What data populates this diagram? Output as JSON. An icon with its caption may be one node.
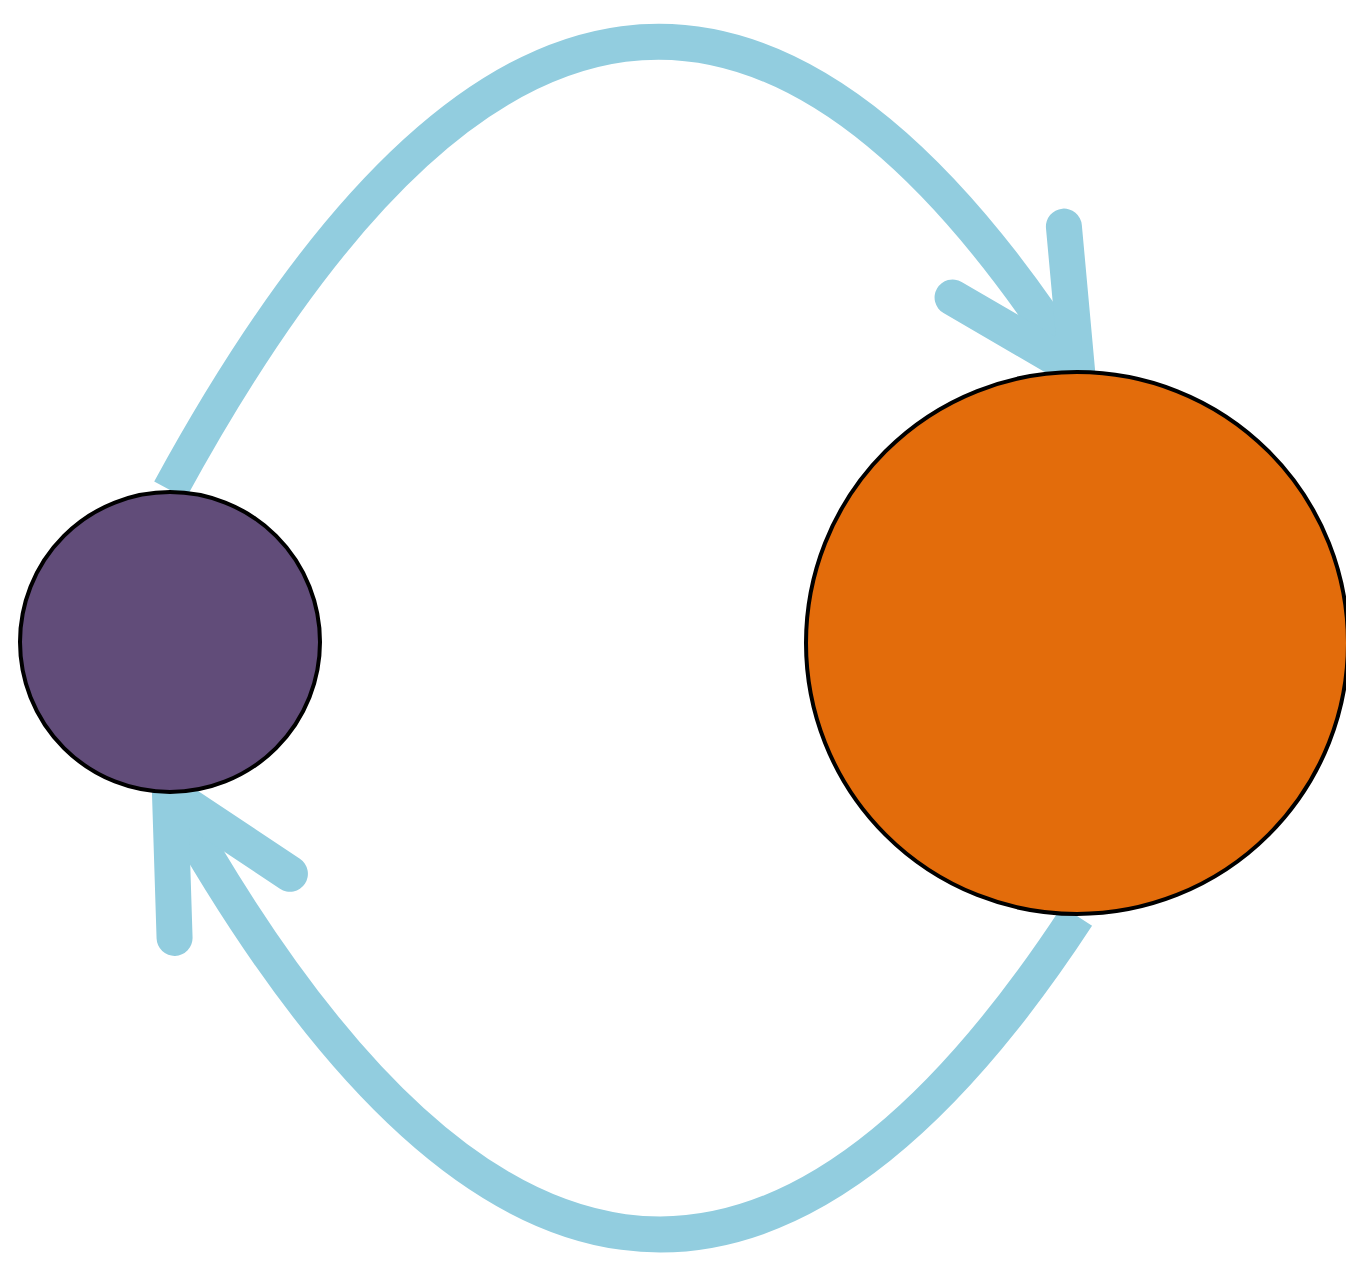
{
  "diagram": {
    "nodes": [
      {
        "text": [],
        "shape": "circle"
      },
      {
        "text": [],
        "shape": "circle"
      }
    ],
    "edges": [
      {
        "from": 0,
        "to": 1,
        "arrow": "to"
      },
      {
        "from": 1,
        "to": 0,
        "arrow": "to"
      }
    ]
  }
}
